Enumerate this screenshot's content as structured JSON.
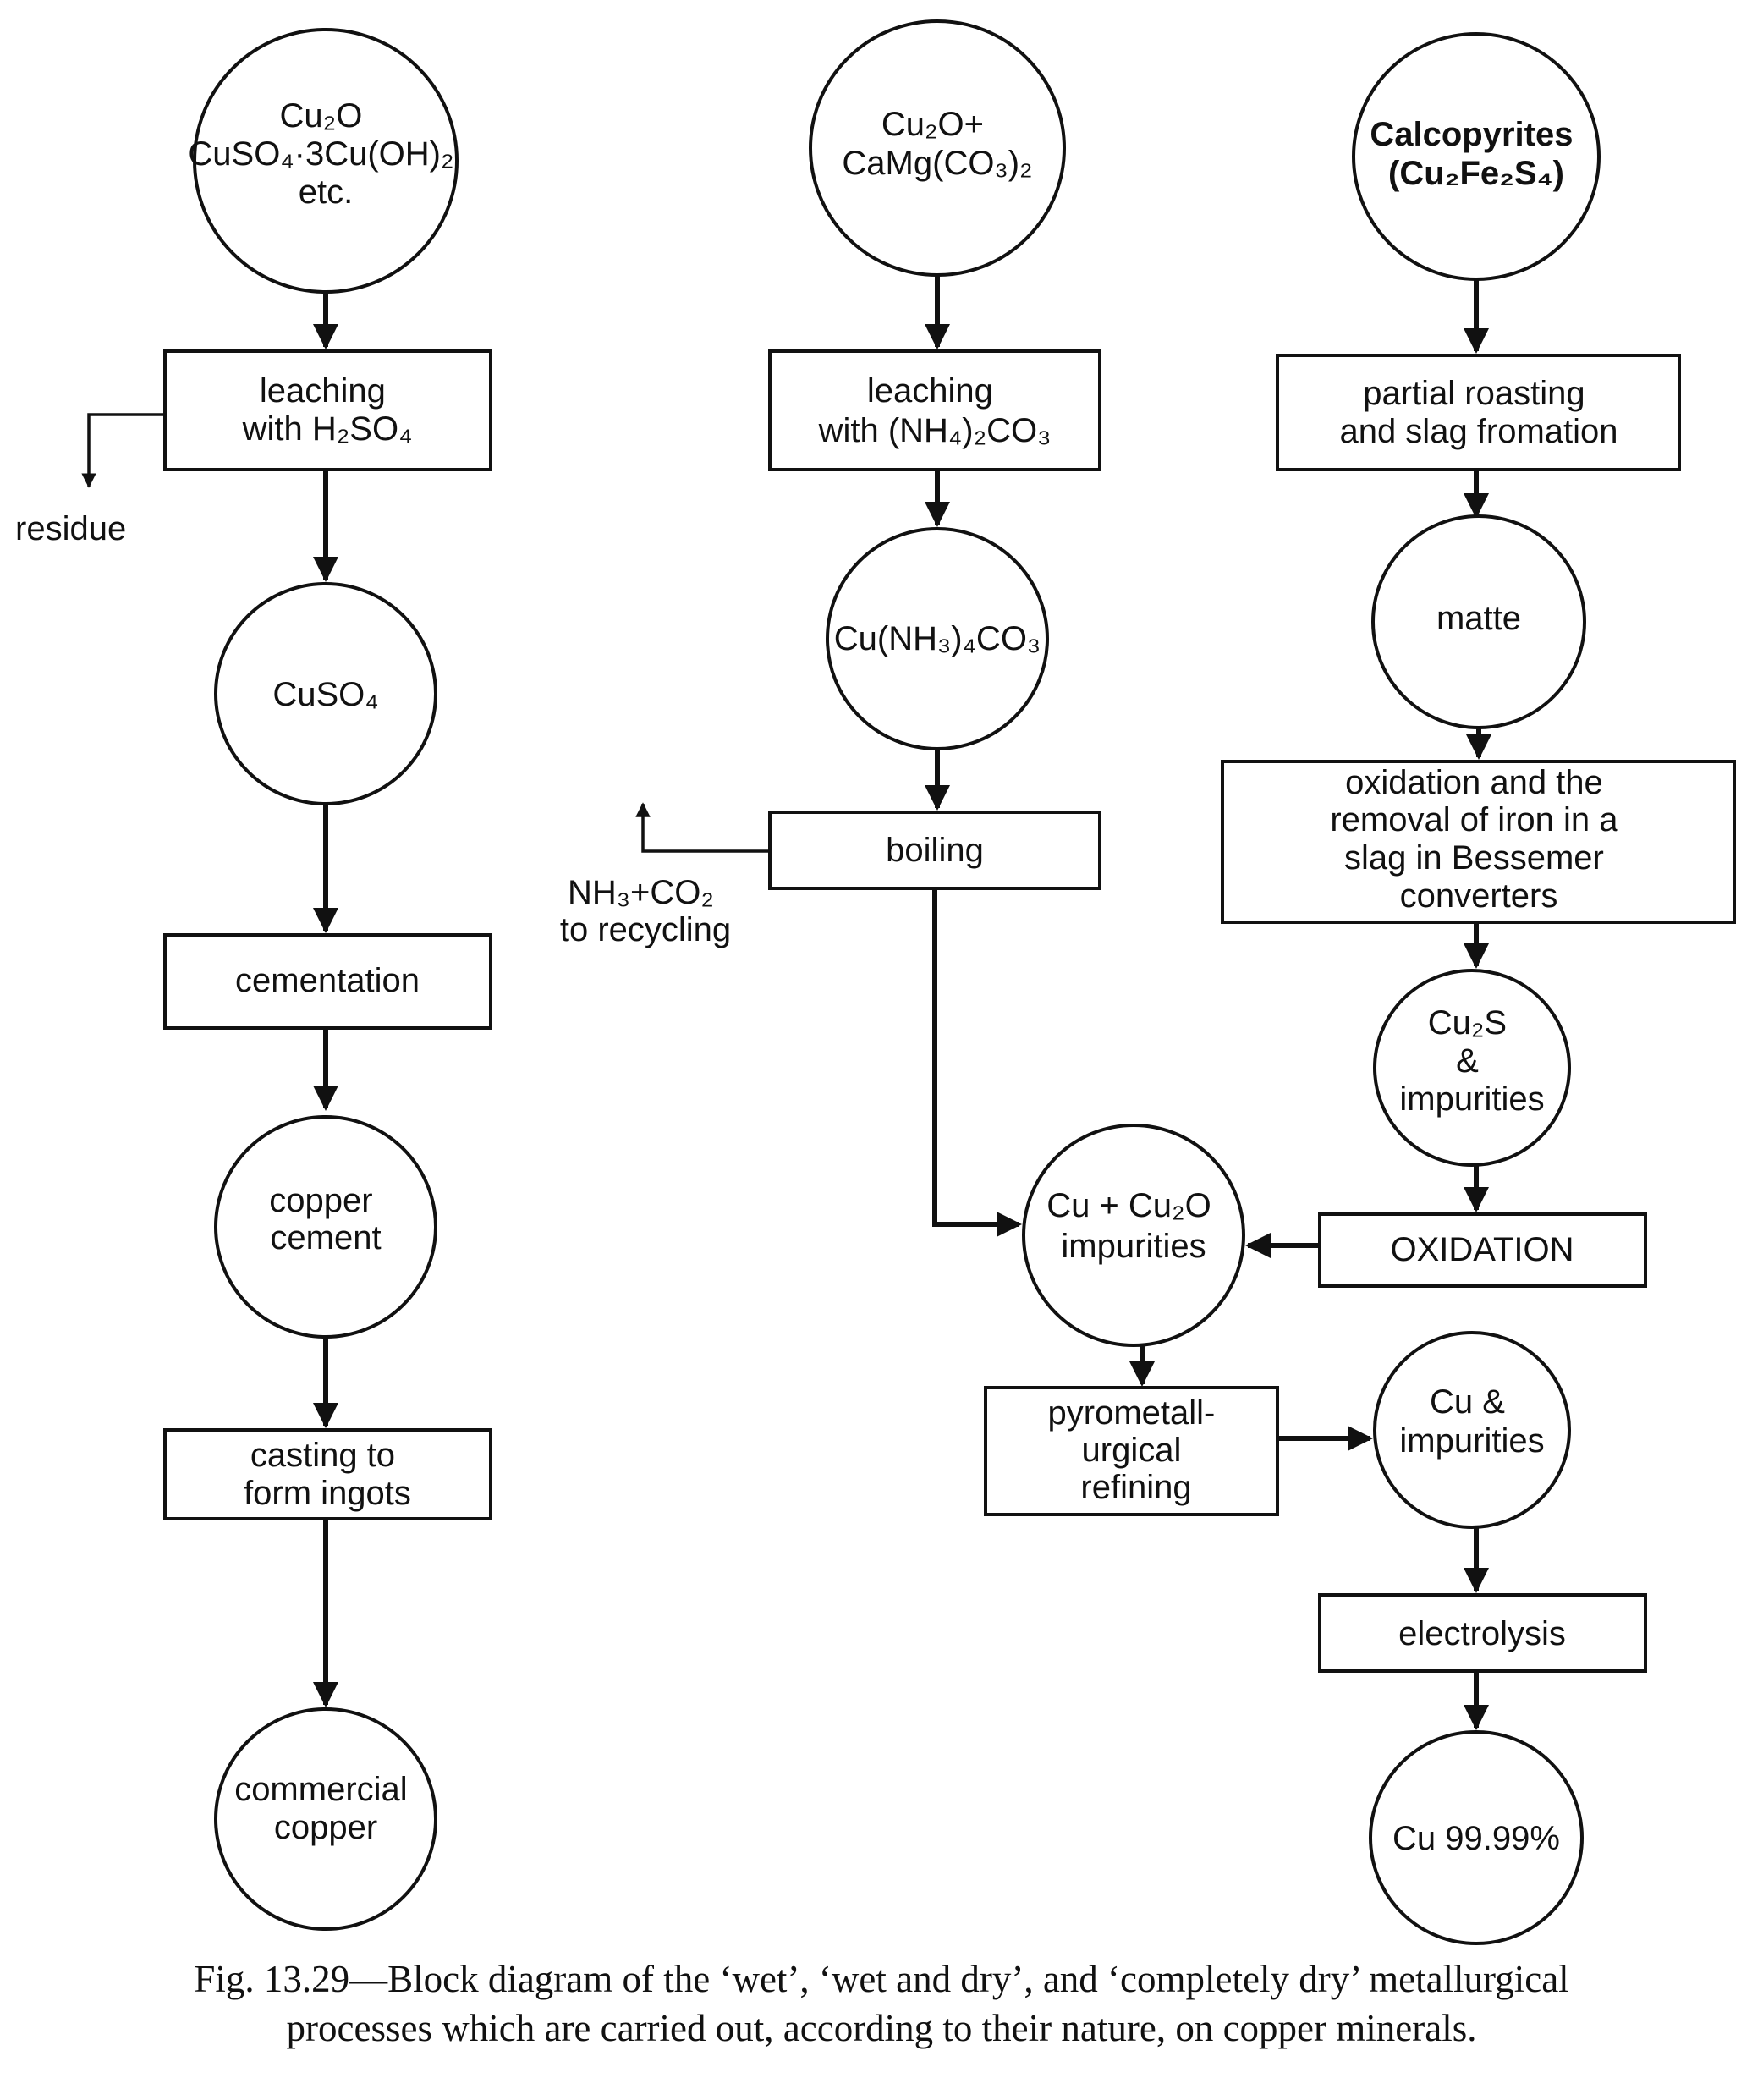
{
  "wet": {
    "start_lines": [
      "Cu₂O",
      "CuSO₄·3Cu(OH)₂",
      "etc."
    ],
    "leaching_lines": [
      "leaching",
      "with H₂SO₄"
    ],
    "residue": "residue",
    "cuso4": "CuSO₄",
    "cementation": "cementation",
    "copper_cement_lines": [
      "copper",
      "cement"
    ],
    "casting_lines": [
      "casting to",
      "form ingots"
    ],
    "commercial_lines": [
      "commercial",
      "copper"
    ]
  },
  "wet_dry": {
    "start_lines": [
      "Cu₂O+",
      "CaMg(CO₃)₂"
    ],
    "leaching_lines": [
      "leaching",
      "with (NH₄)₂CO₃"
    ],
    "complex": "Cu(NH₃)₄CO₃",
    "boiling": "boiling",
    "recycle_lines": [
      "NH₃+CO₂",
      "to recycling"
    ],
    "cu_cu2o_lines": [
      "Cu + Cu₂O",
      "impurities"
    ],
    "pyro_lines": [
      "pyrometall-",
      "urgical",
      "refining"
    ]
  },
  "dry": {
    "start_lines": [
      "Calcopyrites",
      "(Cu₂Fe₂S₄)"
    ],
    "roasting_lines": [
      "partial roasting",
      "and slag fromation"
    ],
    "matte": "matte",
    "bessemer_lines": [
      "oxidation and the",
      "removal of iron in a",
      "slag in Bessemer",
      "converters"
    ],
    "cu2s_lines": [
      "Cu₂S",
      "&",
      "impurities"
    ],
    "oxidation": "OXIDATION",
    "cu_imp_lines": [
      "Cu &",
      "impurities"
    ],
    "electrolysis": "electrolysis",
    "final": "Cu 99.99%"
  },
  "caption": {
    "line1": "Fig. 13.29—Block diagram of the ‘wet’, ‘wet and dry’, and ‘completely dry’ metallurgical",
    "line2": "processes which are carried out, according to their nature, on copper minerals."
  }
}
